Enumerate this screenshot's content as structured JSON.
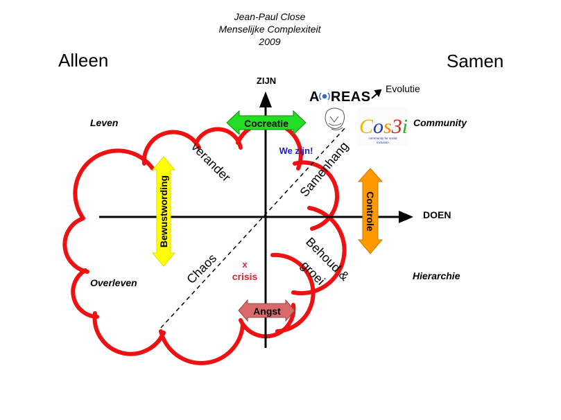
{
  "header": {
    "author": "Jean-Paul Close",
    "subtitle": "Menselijke Complexiteit",
    "year": "2009"
  },
  "corners": {
    "left": "Alleen",
    "right": "Samen"
  },
  "axes": {
    "vertical": "ZIJN",
    "horizontal": "DOEN"
  },
  "quadrants": {
    "top_left": "Leven",
    "top_right": "Community",
    "bottom_left": "Overleven",
    "bottom_right": "Hierarchie"
  },
  "arrows": {
    "top": "Cocreatie",
    "left": "Bewustwording",
    "right": "Controle",
    "bottom": "Angst"
  },
  "labels": {
    "verander": "verander",
    "samenhang": "Samenhang",
    "chaos": "Chaos",
    "behoud_line1": "Behoud &",
    "behoud_line2": "groei",
    "we_zijn": "We zijn!",
    "crisis_mark": "x",
    "crisis": "crisis",
    "evolutie": "Evolutie"
  },
  "logos": {
    "areas": "AREAS",
    "cos3i": "Cos3i",
    "cos3i_tagline": "community for social inclusion"
  },
  "colors": {
    "cloud": "#ee1111",
    "cocreatie": "#22dd22",
    "bewustwording": "#ffff00",
    "controle": "#ff9900",
    "angst": "#d96a6a",
    "we_zijn": "#1a1acc",
    "crisis": "#dd2233"
  }
}
